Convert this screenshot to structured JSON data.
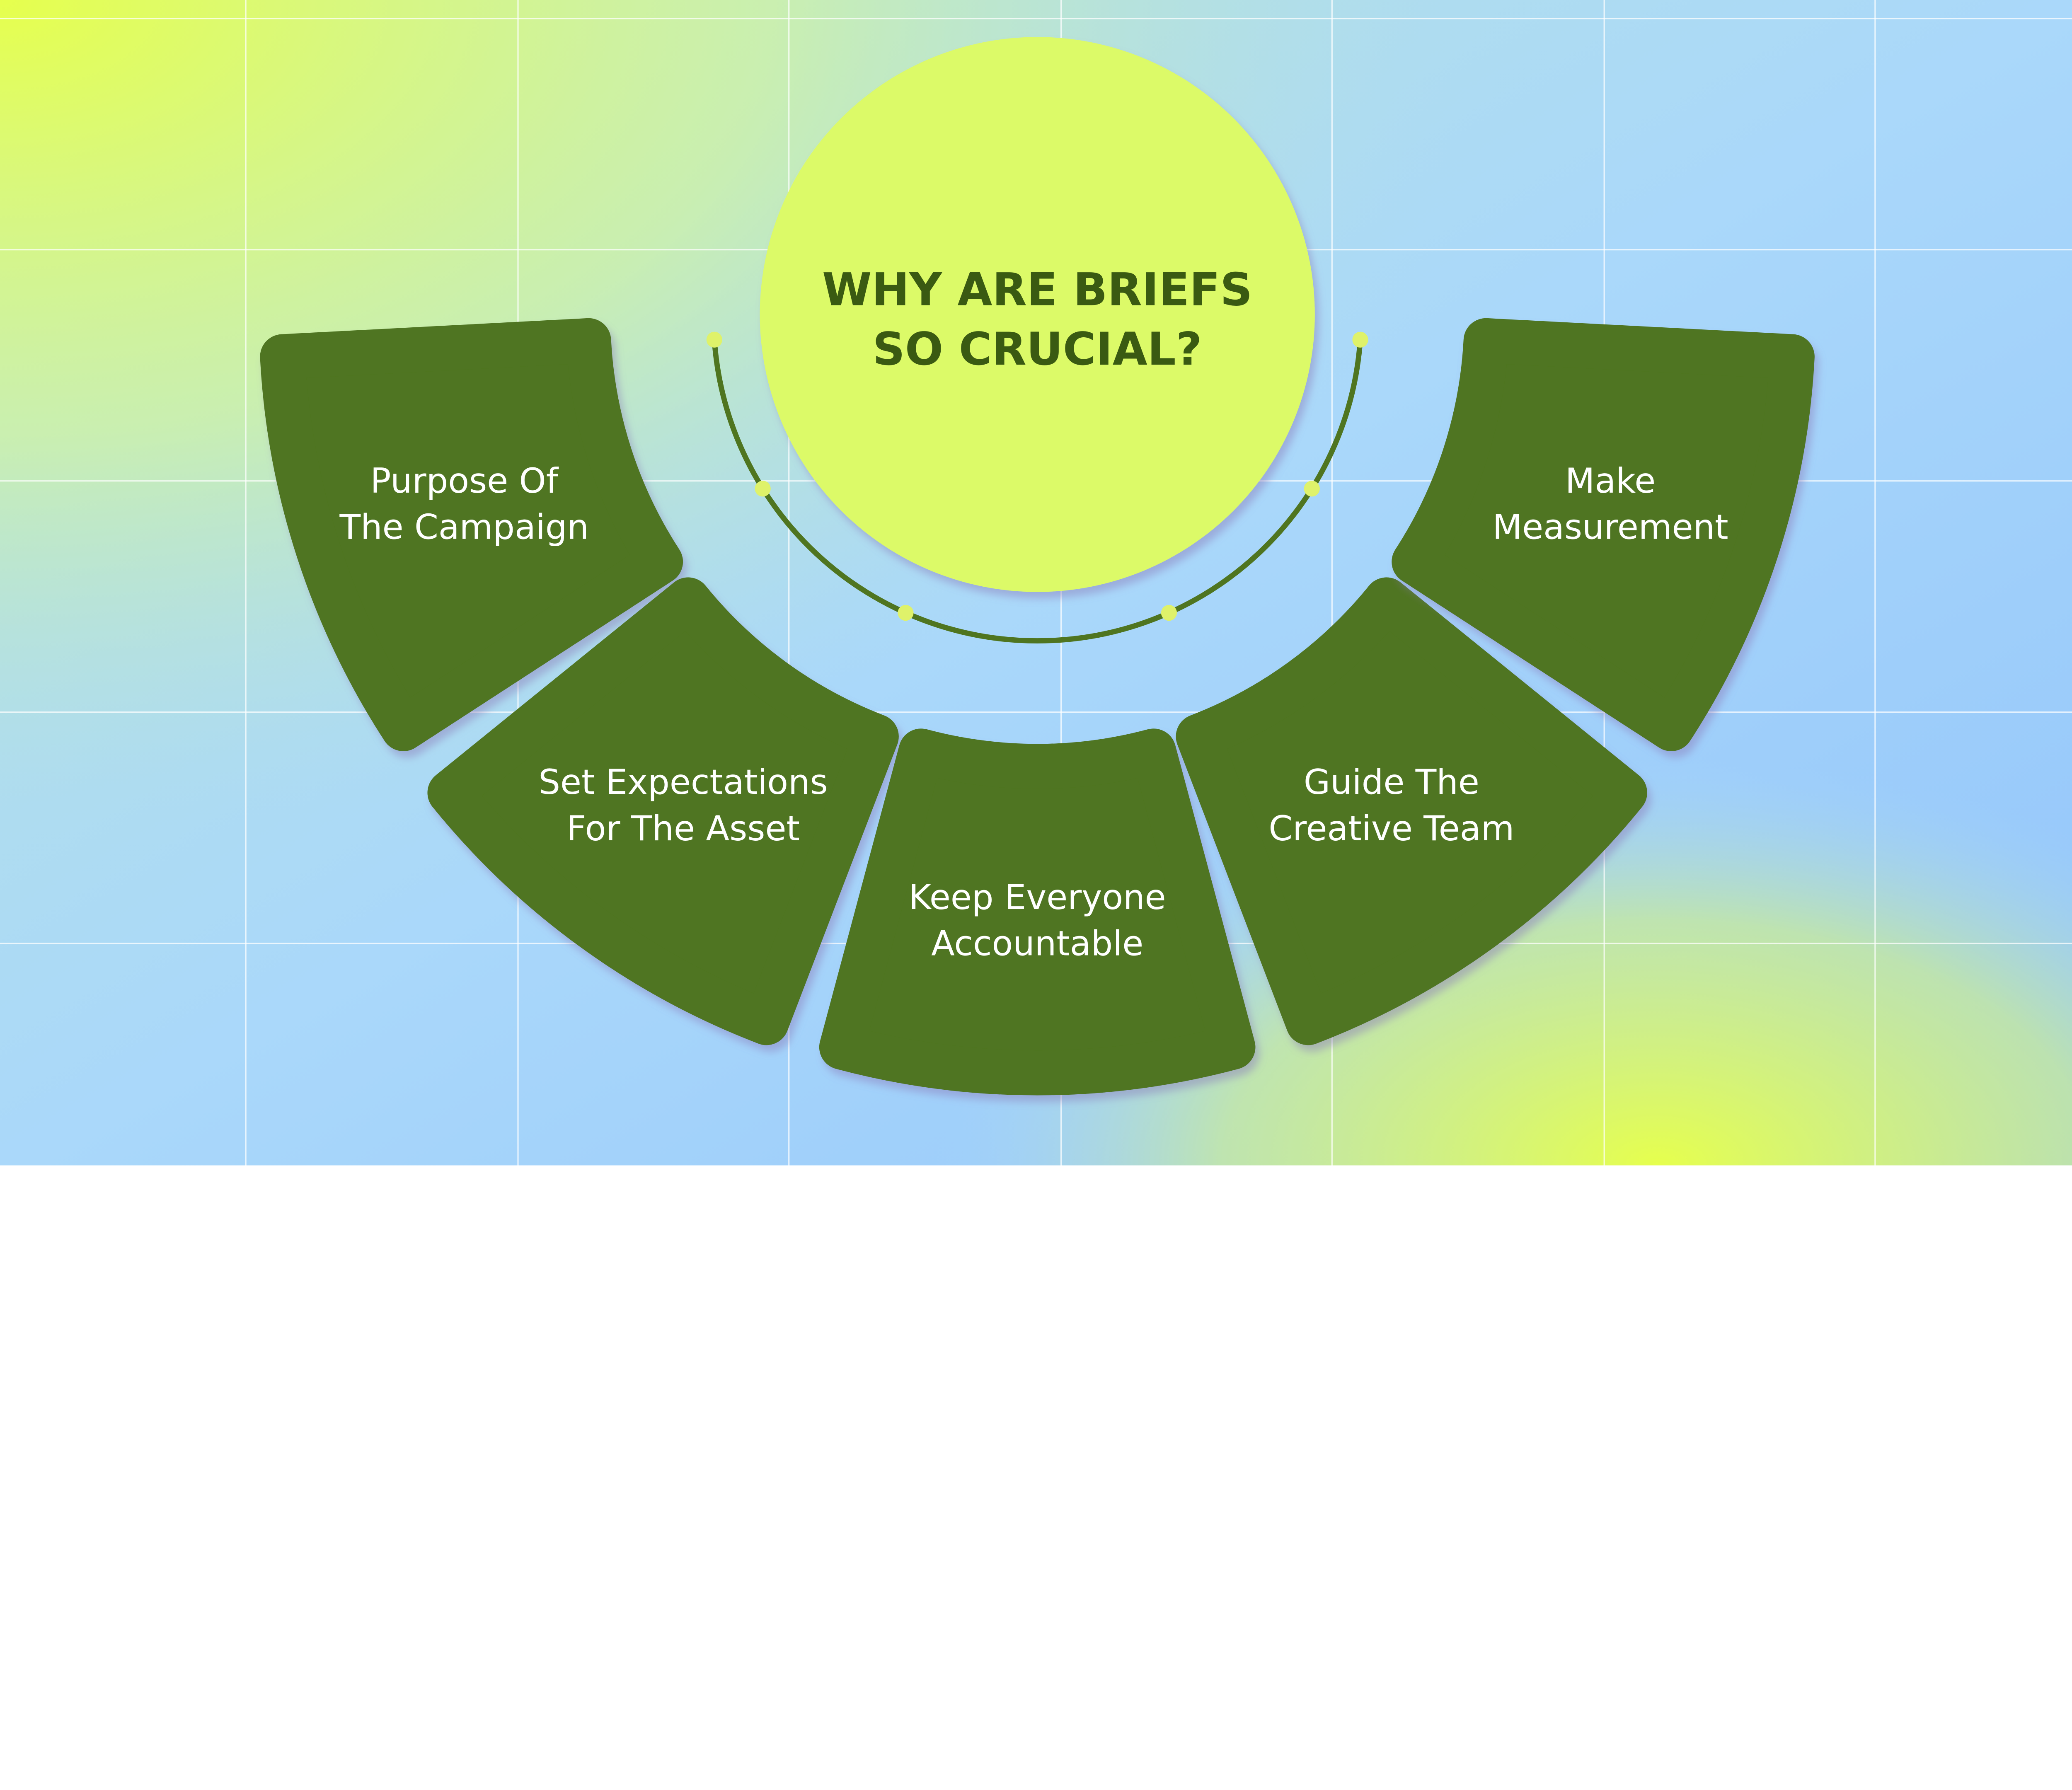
{
  "title": {
    "lines": [
      "WHY ARE BRIEFS",
      "SO CRUCIAL?"
    ]
  },
  "items": [
    {
      "lines": [
        "Purpose Of",
        "The Campaign"
      ]
    },
    {
      "lines": [
        "Set Expectations",
        "For The Asset"
      ]
    },
    {
      "lines": [
        "Keep Everyone",
        "Accountable"
      ]
    },
    {
      "lines": [
        "Guide The",
        "Creative Team"
      ]
    },
    {
      "lines": [
        "Make",
        "Measurement"
      ]
    }
  ],
  "colors": {
    "segment": "#4f7520",
    "circle": "#dcfa68",
    "title_text": "#3a5a12",
    "dot": "#dff26a",
    "bg_yellow": "#e6ff4d",
    "bg_blue": "#a9d8fb"
  }
}
